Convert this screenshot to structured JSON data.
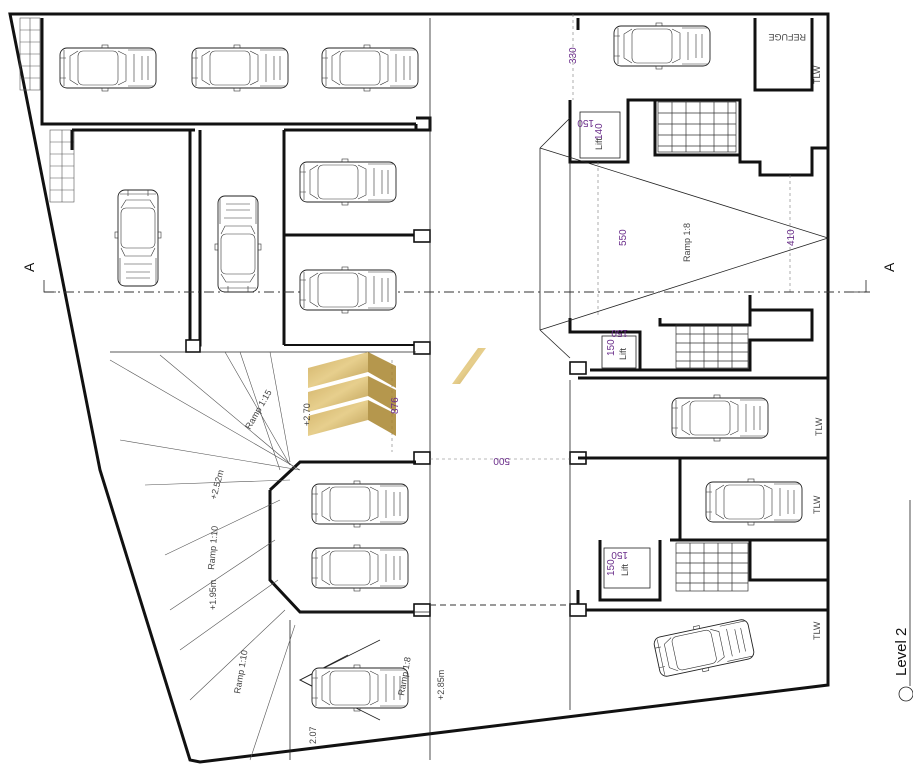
{
  "drawing": {
    "level_label": "Level 2",
    "section_marker": "A"
  },
  "dimensions": {
    "top_330": "330",
    "right_410": "410",
    "center_550": "550",
    "mid_500": "500",
    "ramp_876": "876",
    "lift1_150": "150",
    "lift1_140": "140",
    "lift2_150a": "150",
    "lift2_150b": "150",
    "lift3_150a": "150",
    "lift3_150b": "150"
  },
  "labels": {
    "refuge": "REFUGE",
    "lift": "Lift",
    "ramp_main": "Ramp 1:8",
    "ramp_15": "Ramp 1:15",
    "ramp_10": "Ramp 1:10",
    "ramp_10b": "Ramp 1:10",
    "ramp_8_small": "Ramp 1:8",
    "level_252": "+2.52m",
    "level_195": "+1.95m",
    "level_285": "+2.85m",
    "tlw": "TLW",
    "small_270": "+2.70",
    "small_207": "2.07"
  }
}
